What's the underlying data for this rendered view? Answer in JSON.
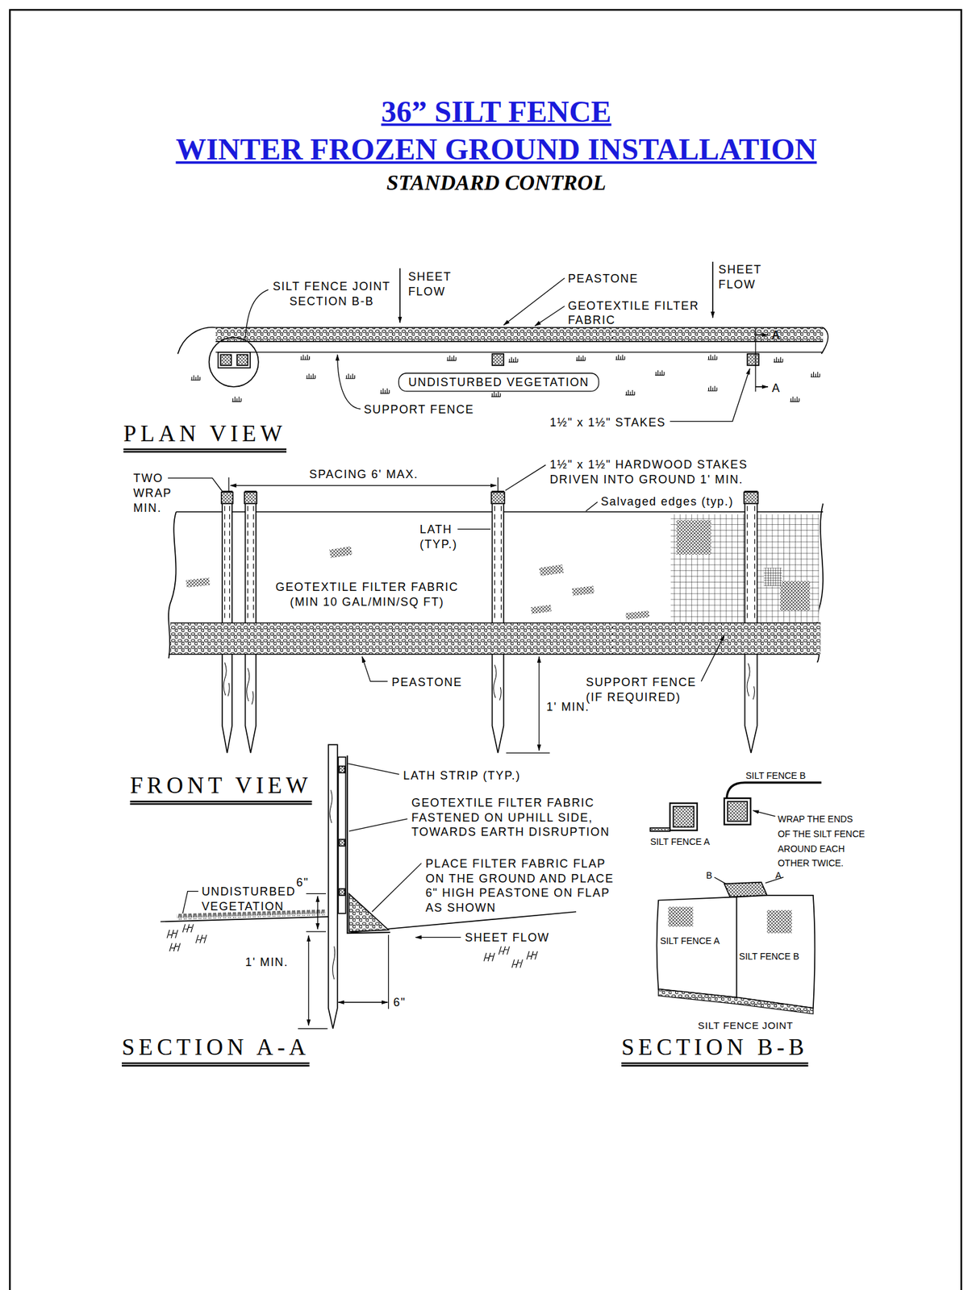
{
  "diagram": {
    "title": "36” SILT FENCE",
    "nodes": [
      {
        "text": [
          "UNDISTURBED VEGETATION"
        ]
      }
    ],
    "labels": [
      "WINTER FROZEN GROUND INSTALLATION",
      "STANDARD CONTROL",
      "SILT FENCE JOINT SECTION B-B",
      "SHEET FLOW",
      "PEASTONE",
      "SHEET FLOW",
      "GEOTEXTILE FILTER FABRIC",
      "A",
      "A",
      "SUPPORT FENCE",
      "1½\" x 1½\" STAKES",
      "PLAN VIEW",
      "TWO WRAP MIN.",
      "SPACING 6' MAX.",
      "1½\" x 1½\" HARDWOOD STAKES DRIVEN INTO GROUND 1' MIN.",
      "LATH (TYP.)",
      "Salvaged edges (typ.)",
      "GEOTEXTILE FILTER FABRIC (MIN 10 GAL/MIN/SQ FT)",
      "PEASTONE",
      "SUPPORT FENCE (IF REQUIRED)",
      "1' MIN.",
      "FRONT VIEW",
      "LATH STRIP (TYP.)",
      "GEOTEXTILE FILTER FABRIC FASTENED ON UPHILL SIDE, TOWARDS EARTH DISRUPTION",
      "PLACE FILTER FABRIC FLAP ON THE GROUND AND PLACE 6\" HIGH PEASTONE ON FLAP AS SHOWN",
      "UNDISTURBED VEGETATION",
      "6\"",
      "SHEET FLOW",
      "1' MIN.",
      "6\"",
      "SECTION A-A",
      "SILT FENCE B",
      "SILT FENCE A",
      "WRAP THE ENDS OF THE SILT FENCE AROUND EACH OTHER TWICE.",
      "B",
      "A",
      "SILT FENCE A",
      "SILT FENCE B",
      "SILT FENCE JOINT",
      "SECTION B-B"
    ]
  }
}
